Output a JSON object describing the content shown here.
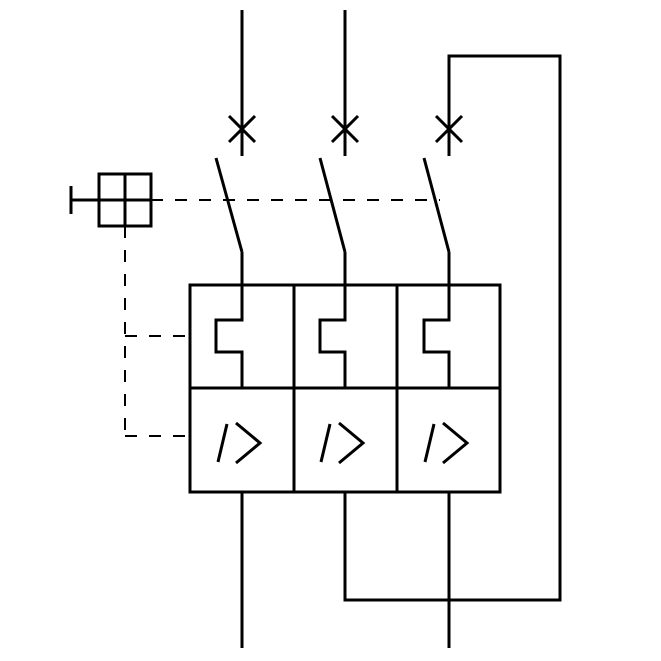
{
  "diagram": {
    "type": "motor-protective circuit breaker, 3-pole schematic",
    "stroke_color": "#000000",
    "background_color": "#ffffff",
    "poles": [
      {
        "id": "L1",
        "thermal_release": true,
        "magnetic_release": true
      },
      {
        "id": "L2",
        "thermal_release": true,
        "magnetic_release": true
      },
      {
        "id": "L3",
        "thermal_release": true,
        "magnetic_release": true
      }
    ],
    "symbols": {
      "actuator": "manual-pushbutton-operator",
      "contacts": "cross-terminal-isolating-contact",
      "thermal": "bimetal-overload-release",
      "magnetic": "instantaneous-overcurrent-release"
    }
  }
}
